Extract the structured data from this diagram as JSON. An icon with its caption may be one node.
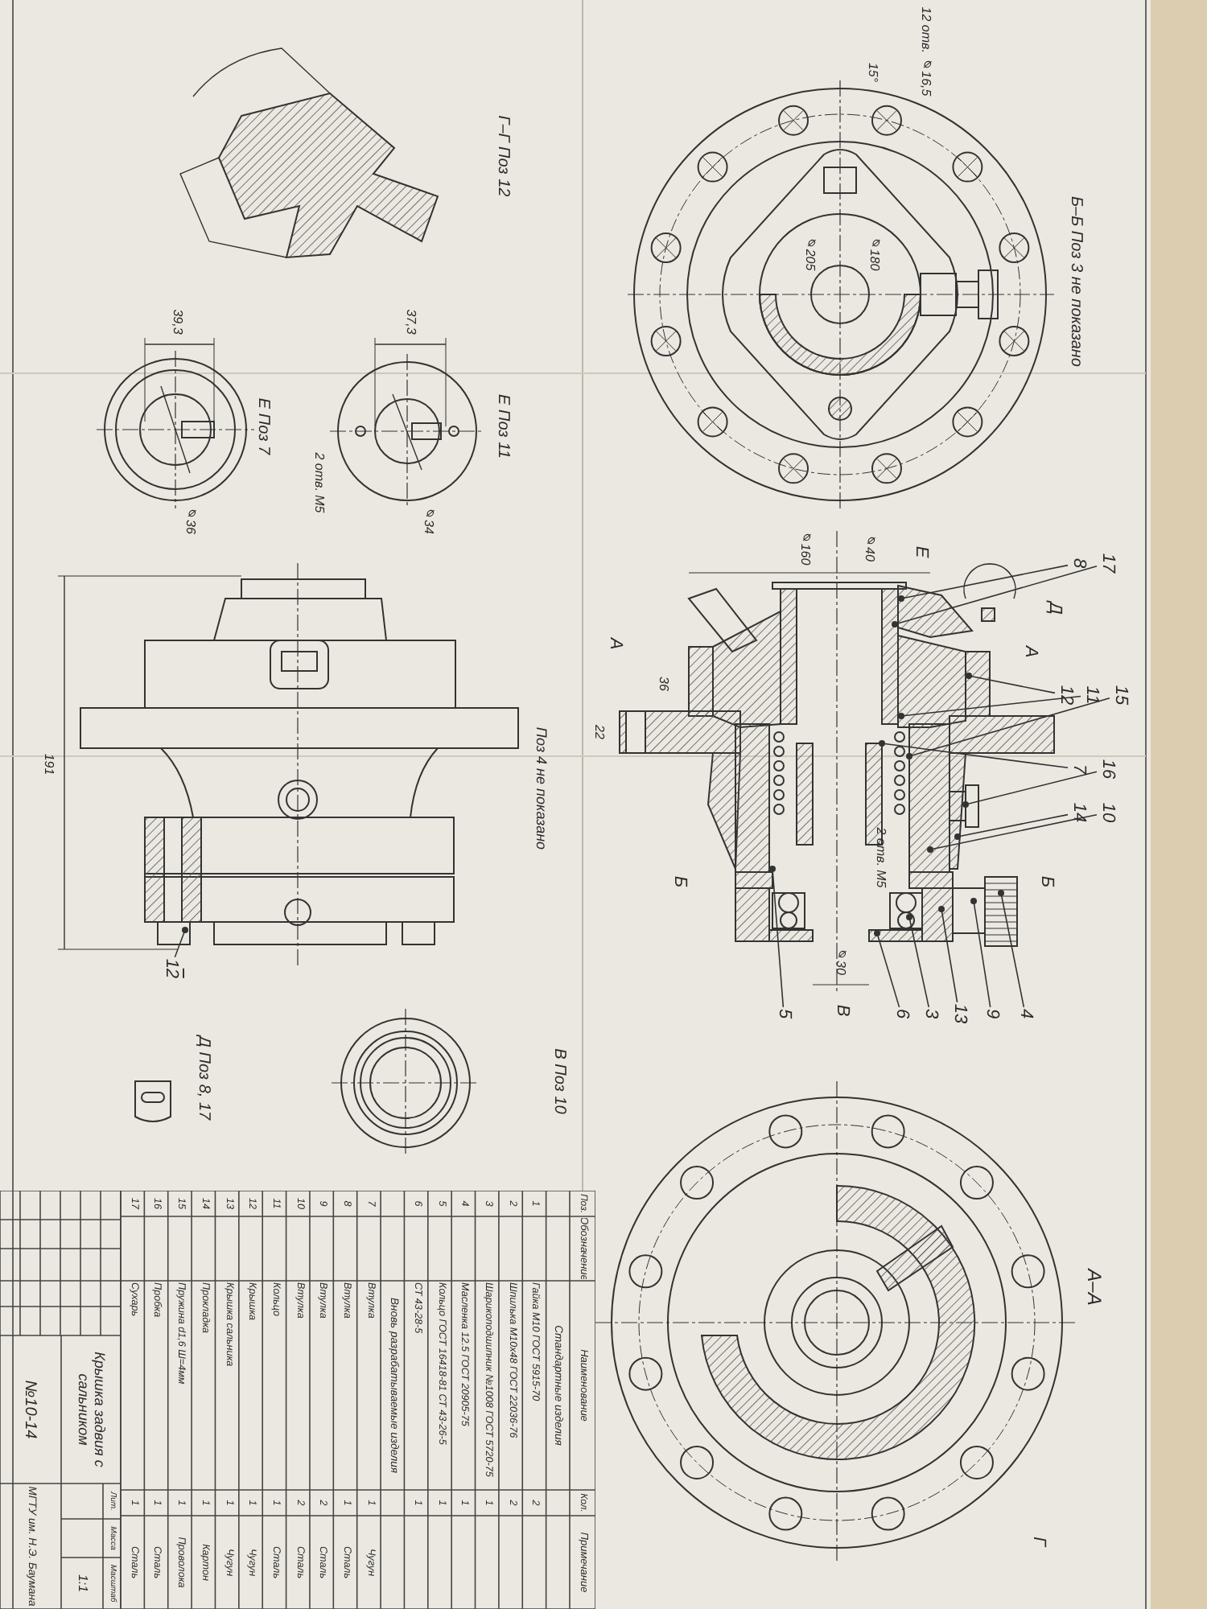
{
  "diagram": {
    "nodes": [
      {
        "text": [
          "8"
        ]
      },
      {
        "text": [
          "17"
        ]
      },
      {
        "text": [
          "12"
        ]
      },
      {
        "text": [
          "11"
        ]
      },
      {
        "text": [
          "15"
        ]
      },
      {
        "text": [
          "7"
        ]
      },
      {
        "text": [
          "16"
        ]
      },
      {
        "text": [
          "14"
        ]
      },
      {
        "text": [
          "10"
        ]
      },
      {
        "text": [
          "5"
        ]
      },
      {
        "text": [
          "6"
        ]
      },
      {
        "text": [
          "3"
        ]
      },
      {
        "text": [
          "13"
        ]
      },
      {
        "text": [
          "9"
        ]
      },
      {
        "text": [
          "4"
        ]
      },
      {
        "text": [
          "1",
          "2"
        ]
      }
    ],
    "edges": [
      {
        "from": 0,
        "to": null,
        "arrow": "other"
      },
      {
        "from": 1,
        "to": null,
        "arrow": "other"
      },
      {
        "from": 2,
        "to": null,
        "arrow": "other"
      },
      {
        "from": 3,
        "to": null,
        "arrow": "other"
      },
      {
        "from": 4,
        "to": null,
        "arrow": "other"
      },
      {
        "from": 5,
        "to": null,
        "arrow": "other"
      },
      {
        "from": 6,
        "to": null,
        "arrow": "other"
      },
      {
        "from": 7,
        "to": null,
        "arrow": "other"
      },
      {
        "from": 8,
        "to": null,
        "arrow": "other"
      },
      {
        "from": 9,
        "to": null,
        "arrow": "other"
      },
      {
        "from": 10,
        "to": null,
        "arrow": "other"
      },
      {
        "from": 11,
        "to": null,
        "arrow": "other"
      },
      {
        "from": 12,
        "to": null,
        "arrow": "other"
      },
      {
        "from": 13,
        "to": null,
        "arrow": "other"
      },
      {
        "from": 14,
        "to": null,
        "arrow": "other"
      },
      {
        "from": 15,
        "to": null,
        "arrow": "other"
      }
    ],
    "labels": [
      "Г–Г Поз 12",
      "Е Поз 7",
      "⌀36",
      "39,3",
      "Е Поз 11",
      "37,3",
      "⌀34",
      "2 отв. М5",
      "191",
      "Поз 4 не показано",
      "В Поз 10",
      "Д Поз 8, 17",
      "Б–Б Поз 3 не показано",
      "15°",
      "12 отв. ⌀16,5",
      "⌀205",
      "⌀180",
      "⌀160",
      "⌀40",
      "36",
      "22",
      "2 отв. М5",
      "⌀30",
      "Е",
      "А",
      "Д",
      "А",
      "Б",
      "Б",
      "В",
      "А–А",
      "Г",
      "Поз.",
      "Обозначение",
      "Наименование",
      "Кол.",
      "Примечание",
      "Стандартные изделия",
      "1",
      "Гайка М10 ГОСТ 5915-70",
      "2",
      "2",
      "Шпилька М10х48 ГОСТ 22036-76",
      "2",
      "3",
      "Шарикоподшипник №1008 ГОСТ 5720-75",
      "1",
      "4",
      "Масленка 12.5 ГОСТ 20905-75",
      "1",
      "5",
      "Кольцо ГОСТ 16418-81 СТ 43-26-5",
      "1",
      "6",
      "СТ 43-28-5",
      "1",
      "Вновь разрабатываемые изделия",
      "7",
      "Втулка",
      "1",
      "Чугун",
      "8",
      "Втулка",
      "1",
      "Сталь",
      "9",
      "Втулка",
      "2",
      "Сталь",
      "10",
      "Втулка",
      "2",
      "Сталь",
      "11",
      "Кольцо",
      "1",
      "Сталь",
      "12",
      "Крышка",
      "1",
      "Чугун",
      "13",
      "Крышка сальника",
      "1",
      "Чугун",
      "14",
      "Прокладка",
      "1",
      "Картон",
      "15",
      "Пружина d1,6 Ш=4мм",
      "1",
      "Проволока",
      "16",
      "Пробка",
      "1",
      "Сталь",
      "17",
      "Сухарь",
      "1",
      "Сталь",
      "Лит.",
      "Масса",
      "Масштаб",
      "1:1",
      "Крышка задвия с сальником",
      "№10-14",
      "МГТУ им. Н.Э. Баумана"
    ]
  }
}
